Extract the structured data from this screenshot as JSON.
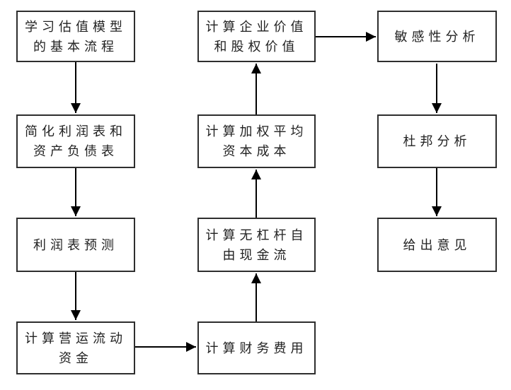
{
  "diagram": {
    "type": "flowchart",
    "colors": {
      "background": "#ffffff",
      "node_fill": "#ffffff",
      "node_border": "#2e2e2e",
      "arrow": "#000000",
      "text": "#222222"
    },
    "nodes": [
      {
        "id": "n1",
        "label": "学习估值模型\n的基本流程"
      },
      {
        "id": "n2",
        "label": "简化利润表和\n资产负债表"
      },
      {
        "id": "n3",
        "label": "利润表预测"
      },
      {
        "id": "n4",
        "label": "计算营运流动\n资金"
      },
      {
        "id": "n5",
        "label": "计算财务费用"
      },
      {
        "id": "n6",
        "label": "计算无杠杆自\n由现金流"
      },
      {
        "id": "n7",
        "label": "计算加权平均\n资本成本"
      },
      {
        "id": "n8",
        "label": "计算企业价值\n和股权价值"
      },
      {
        "id": "n9",
        "label": "敏感性分析"
      },
      {
        "id": "n10",
        "label": "杜邦分析"
      },
      {
        "id": "n11",
        "label": "给出意见"
      }
    ],
    "connections": [
      {
        "from": "n1",
        "to": "n2",
        "direction": "down"
      },
      {
        "from": "n2",
        "to": "n3",
        "direction": "down"
      },
      {
        "from": "n3",
        "to": "n4",
        "direction": "down"
      },
      {
        "from": "n4",
        "to": "n5",
        "direction": "right"
      },
      {
        "from": "n5",
        "to": "n6",
        "direction": "up"
      },
      {
        "from": "n6",
        "to": "n7",
        "direction": "up"
      },
      {
        "from": "n7",
        "to": "n8",
        "direction": "up"
      },
      {
        "from": "n8",
        "to": "n9",
        "direction": "right"
      },
      {
        "from": "n9",
        "to": "n10",
        "direction": "down"
      },
      {
        "from": "n10",
        "to": "n11",
        "direction": "down"
      }
    ]
  }
}
